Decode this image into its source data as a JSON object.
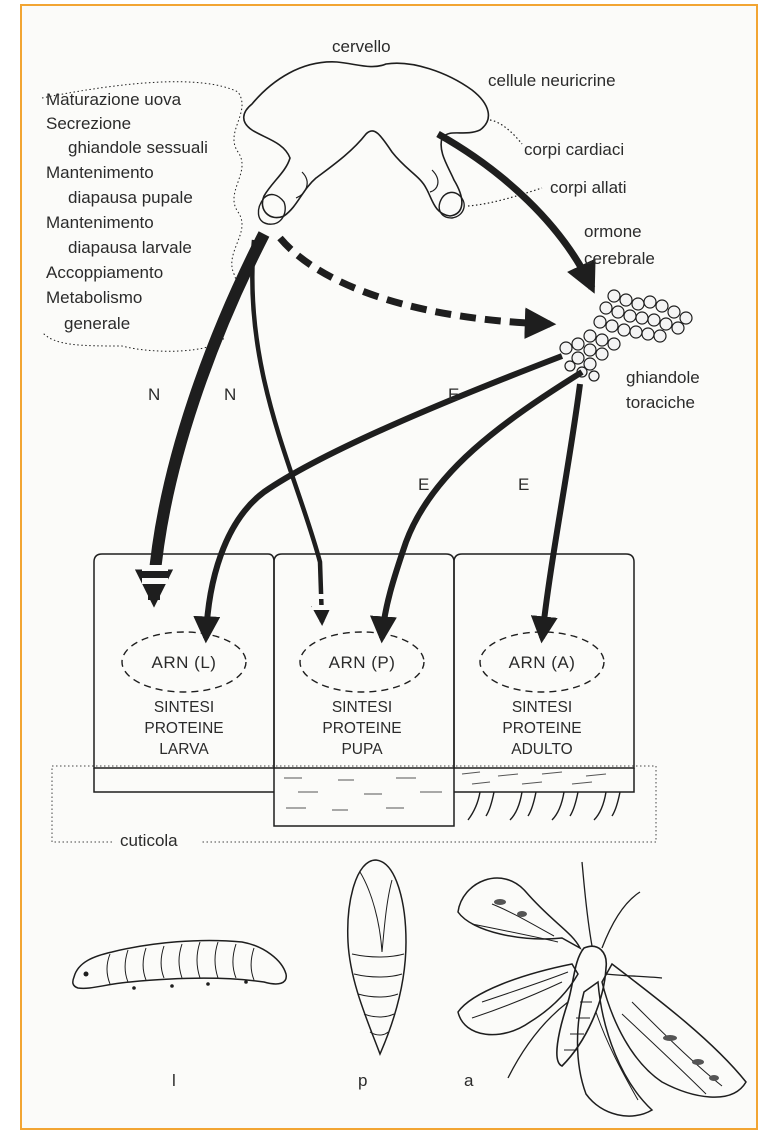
{
  "labels": {
    "brain": "cervello",
    "neurosecretory_cells": "cellule neuricrine",
    "corpora_cardiaca": "corpi cardiaci",
    "corpora_allata": "corpi allati",
    "brain_hormone_1": "ormone",
    "brain_hormone_2": "cerebrale",
    "thoracic_glands_1": "ghiandole",
    "thoracic_glands_2": "toraciche",
    "cuticle": "cuticola"
  },
  "functions": [
    "Maturazione uova",
    "Secrezione",
    "ghiandole sessuali",
    "Mantenimento",
    "diapausa pupale",
    "Mantenimento",
    "diapausa larvale",
    "Accoppiamento",
    "Metabolismo",
    "generale"
  ],
  "pathway_letters": {
    "n1": "N",
    "n2": "N",
    "e1": "E",
    "e2": "E",
    "e3": "E"
  },
  "cells": [
    {
      "rna": "ARN (L)",
      "line1": "SINTESI",
      "line2": "PROTEINE",
      "line3": "LARVA"
    },
    {
      "rna": "ARN (P)",
      "line1": "SINTESI",
      "line2": "PROTEINE",
      "line3": "PUPA"
    },
    {
      "rna": "ARN (A)",
      "line1": "SINTESI",
      "line2": "PROTEINE",
      "line3": "ADULTO"
    }
  ],
  "stages": {
    "larva": "l",
    "pupa": "p",
    "adult": "a"
  }
}
